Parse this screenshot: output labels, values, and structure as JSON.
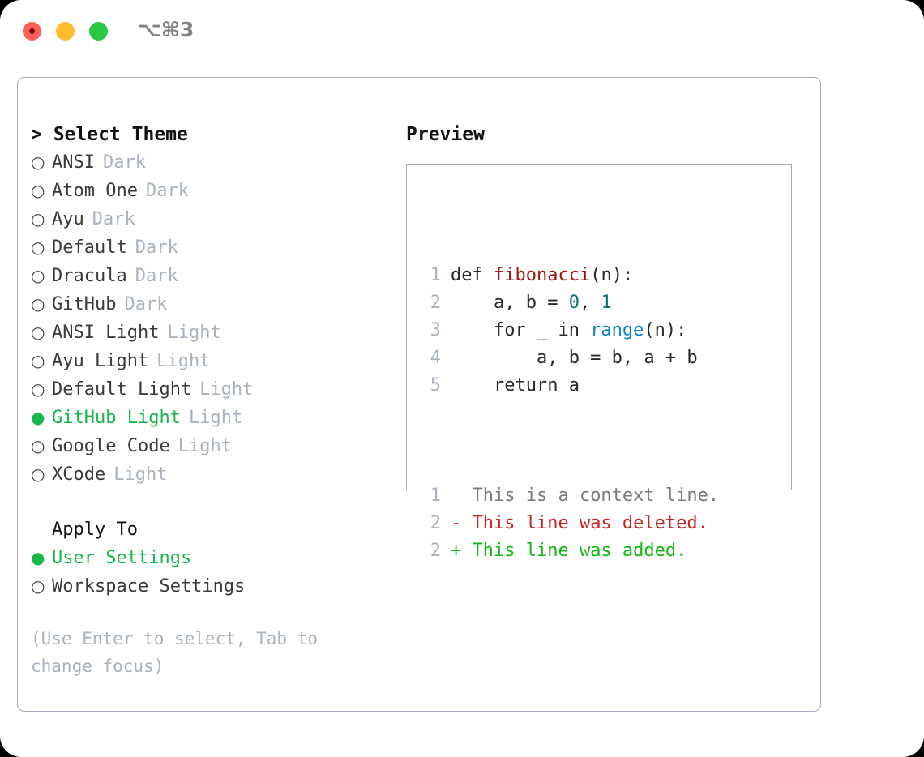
{
  "window": {
    "title": "⌥⌘3",
    "traffic_lights": [
      {
        "name": "close",
        "color": "#ff5f57"
      },
      {
        "name": "minimize",
        "color": "#ffbd2e"
      },
      {
        "name": "maximize",
        "color": "#28c840"
      }
    ]
  },
  "colors": {
    "panel_border": "#9facbd",
    "accent_green": "#16b74a",
    "muted": "#a9b2bd",
    "text": "#3a3a3a",
    "diff_add": "#14b814",
    "diff_del": "#cc2222"
  },
  "theme_picker": {
    "header": "> Select Theme",
    "bullet_unselected": "○",
    "bullet_selected": "●",
    "items": [
      {
        "label": "ANSI",
        "tag": "Dark",
        "selected": false
      },
      {
        "label": "Atom One",
        "tag": "Dark",
        "selected": false
      },
      {
        "label": "Ayu",
        "tag": "Dark",
        "selected": false
      },
      {
        "label": "Default",
        "tag": "Dark",
        "selected": false
      },
      {
        "label": "Dracula",
        "tag": "Dark",
        "selected": false
      },
      {
        "label": "GitHub",
        "tag": "Dark",
        "selected": false
      },
      {
        "label": "ANSI Light",
        "tag": "Light",
        "selected": false
      },
      {
        "label": "Ayu Light",
        "tag": "Light",
        "selected": false
      },
      {
        "label": "Default Light",
        "tag": "Light",
        "selected": false
      },
      {
        "label": "GitHub Light",
        "tag": "Light",
        "selected": true
      },
      {
        "label": "Google Code",
        "tag": "Light",
        "selected": false
      },
      {
        "label": "XCode",
        "tag": "Light",
        "selected": false
      }
    ]
  },
  "apply_to": {
    "title": "Apply To",
    "items": [
      {
        "label": "User Settings",
        "selected": true
      },
      {
        "label": "Workspace Settings",
        "selected": false
      }
    ]
  },
  "hint": "(Use Enter to select, Tab to change focus)",
  "preview": {
    "title": "Preview",
    "code_lines": [
      {
        "num": "1",
        "tokens": [
          {
            "t": "def ",
            "c": "plain"
          },
          {
            "t": "fibonacci",
            "c": "fn"
          },
          {
            "t": "(n):",
            "c": "plain"
          }
        ]
      },
      {
        "num": "2",
        "tokens": [
          {
            "t": "    a, b = ",
            "c": "plain"
          },
          {
            "t": "0",
            "c": "num"
          },
          {
            "t": ", ",
            "c": "plain"
          },
          {
            "t": "1",
            "c": "num"
          }
        ]
      },
      {
        "num": "3",
        "tokens": [
          {
            "t": "    for _ in ",
            "c": "plain"
          },
          {
            "t": "range",
            "c": "kwfn"
          },
          {
            "t": "(n):",
            "c": "plain"
          }
        ]
      },
      {
        "num": "4",
        "tokens": [
          {
            "t": "        a, b = b, a + b",
            "c": "plain"
          }
        ]
      },
      {
        "num": "5",
        "tokens": [
          {
            "t": "    return a",
            "c": "plain"
          }
        ]
      }
    ],
    "diff_lines": [
      {
        "num": "1",
        "marker": " ",
        "text": " This is a context line.",
        "kind": "ctx"
      },
      {
        "num": "2",
        "marker": "-",
        "text": " This line was deleted.",
        "kind": "del"
      },
      {
        "num": "2",
        "marker": "+",
        "text": " This line was added.",
        "kind": "add"
      }
    ]
  }
}
